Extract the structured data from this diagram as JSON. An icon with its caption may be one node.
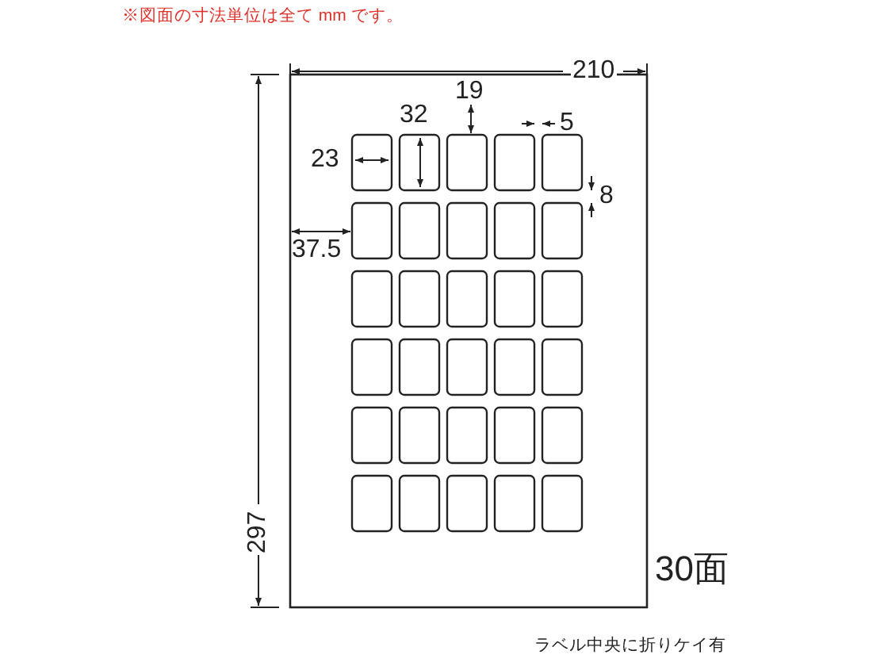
{
  "diagram": {
    "labels": [
      "※図面の寸法単位は全て mm です。",
      "210",
      "19",
      "32",
      "5",
      "23",
      "8",
      "297",
      "37.5",
      "30面",
      "ラベル中央に折りケイ有"
    ]
  }
}
